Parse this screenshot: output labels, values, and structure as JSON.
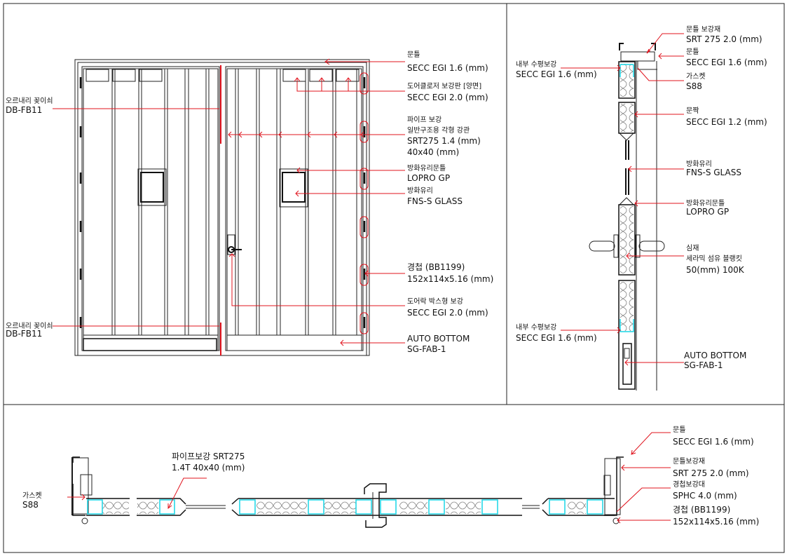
{
  "colors": {
    "line": "#222222",
    "leader": "#e0141e",
    "glass": "#19d6e6"
  },
  "elevation": {
    "left_labels": [
      {
        "title": "오르내리 꽂이쇠",
        "spec": "DB-FB11"
      },
      {
        "title": "오르내리 꽂이쇠",
        "spec": "DB-FB11"
      }
    ],
    "labels": [
      {
        "title": "문틀",
        "lines": [
          "SECC EGI 1.6 (mm)"
        ]
      },
      {
        "title": "도어클로저 보강판 [양면]",
        "lines": [
          "SECC EGI 2.0 (mm)"
        ]
      },
      {
        "title": "파이프 보강",
        "lines": [
          "일반구조용 각형 강관",
          "SRT275 1.4 (mm)",
          "40x40 (mm)"
        ]
      },
      {
        "title": "방화유리문틀",
        "lines": [
          "LOPRO GP"
        ]
      },
      {
        "title": "방화유리",
        "lines": [
          "FNS-S GLASS"
        ]
      },
      {
        "title": "경첩 (BB1199)",
        "lines": [
          "152x114x5.16 (mm)"
        ]
      },
      {
        "title": "도어락 박스형 보강",
        "lines": [
          "SECC EGI 2.0 (mm)"
        ]
      },
      {
        "title": "AUTO BOTTOM",
        "lines": [
          "SG-FAB-1"
        ]
      }
    ]
  },
  "vertical_section": {
    "right_labels": [
      {
        "title": "문틀 보강재",
        "lines": [
          "SRT 275 2.0 (mm)"
        ]
      },
      {
        "title": "문틀",
        "lines": [
          "SECC EGI 1.6 (mm)"
        ]
      },
      {
        "title": "가스켓",
        "lines": [
          "S88"
        ]
      },
      {
        "title": "문짝",
        "lines": [
          "SECC EGI 1.2 (mm)"
        ]
      },
      {
        "title": "방화유리",
        "lines": [
          "FNS-S GLASS"
        ]
      },
      {
        "title": "방화유리문틀",
        "lines": [
          "LOPRO GP"
        ]
      },
      {
        "title": "심재",
        "lines": [
          "세라믹 섬유 블랭킷",
          "50(mm) 100K"
        ]
      },
      {
        "title": "AUTO BOTTOM",
        "lines": [
          "SG-FAB-1"
        ]
      }
    ],
    "left_labels": [
      {
        "title": "내부 수평보강",
        "lines": [
          "SECC EGI 1.6 (mm)"
        ]
      },
      {
        "title": "내부 수평보강",
        "lines": [
          "SECC EGI 1.6 (mm)"
        ]
      }
    ]
  },
  "horizontal_section": {
    "left_labels": [
      {
        "title": "가스켓",
        "lines": [
          "S88"
        ]
      },
      {
        "title": "파이프보강 SRT275",
        "lines": [
          "1.4T 40x40 (mm)"
        ]
      }
    ],
    "right_labels": [
      {
        "title": "문틀",
        "lines": [
          "SECC EGI 1.6 (mm)"
        ]
      },
      {
        "title": "문틀보강재",
        "lines": [
          "SRT 275 2.0 (mm)"
        ]
      },
      {
        "title": "경첩보강대",
        "lines": [
          "SPHC 4.0 (mm)"
        ]
      },
      {
        "title": "경첩 (BB1199)",
        "lines": [
          "152x114x5.16 (mm)"
        ]
      }
    ]
  }
}
